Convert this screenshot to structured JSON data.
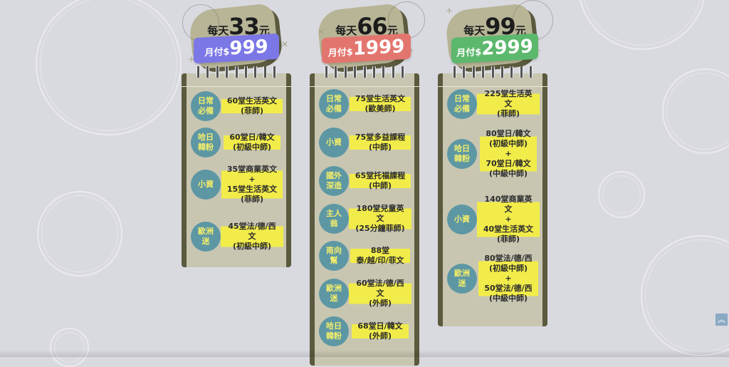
{
  "plans": [
    {
      "daily_prefix": "每天",
      "daily_amount": "33",
      "daily_suffix": "元",
      "monthly_label": "月付$",
      "monthly_amount": "999",
      "ribbon_color": "#7b77e6",
      "items": [
        {
          "badge": "日常\n必備",
          "lines": [
            "60堂生活英文",
            "(菲師)"
          ]
        },
        {
          "badge": "哈日\n韓粉",
          "lines": [
            "60堂日/韓文",
            "(初級中師)"
          ]
        },
        {
          "badge": "小資",
          "lines": [
            "35堂商業英文",
            "+",
            "15堂生活英文",
            "(菲師)"
          ]
        },
        {
          "badge": "歐洲\n迷",
          "lines": [
            "45堂法/德/西文",
            "(初級中師)"
          ]
        }
      ]
    },
    {
      "daily_prefix": "每天",
      "daily_amount": "66",
      "daily_suffix": "元",
      "monthly_label": "月付$",
      "monthly_amount": "1999",
      "ribbon_color": "#e2766f",
      "items": [
        {
          "badge": "日常\n必備",
          "lines": [
            "75堂生活英文",
            "(歐美師)"
          ]
        },
        {
          "badge": "小資",
          "lines": [
            "75堂多益課程",
            "(中師)"
          ]
        },
        {
          "badge": "國外\n深造",
          "lines": [
            "65堂托福課程",
            "(中師)"
          ]
        },
        {
          "badge": "主人\n翁",
          "lines": [
            "180堂兒童英文",
            "(25分鐘菲師)"
          ]
        },
        {
          "badge": "南向\n幫",
          "lines": [
            "88堂",
            "泰/越/印/菲文"
          ]
        },
        {
          "badge": "歐洲\n迷",
          "lines": [
            "60堂法/德/西文",
            "(外師)"
          ]
        },
        {
          "badge": "哈日\n韓粉",
          "lines": [
            "68堂日/韓文",
            "(外師)"
          ]
        }
      ]
    },
    {
      "daily_prefix": "每天",
      "daily_amount": "99",
      "daily_suffix": "元",
      "monthly_label": "月付$",
      "monthly_amount": "2999",
      "ribbon_color": "#5cb86d",
      "items": [
        {
          "badge": "日常\n必備",
          "lines": [
            "225堂生活英文",
            "(菲師)"
          ]
        },
        {
          "badge": "哈日\n韓粉",
          "lines": [
            "80堂日/韓文",
            "(初級中師)",
            "+",
            "70堂日/韓文",
            "(中級中師)"
          ]
        },
        {
          "badge": "小資",
          "lines": [
            "140堂商業英文",
            "+",
            "40堂生活英文",
            "(菲師)"
          ]
        },
        {
          "badge": "歐洲\n迷",
          "lines": [
            "80堂法/德/西",
            "(初級中師)",
            "+",
            "50堂法/德/西",
            "(中級中師)"
          ]
        }
      ]
    }
  ],
  "scroll_top": {
    "icon": "double-chevron-up-icon",
    "glyph": "︽"
  }
}
